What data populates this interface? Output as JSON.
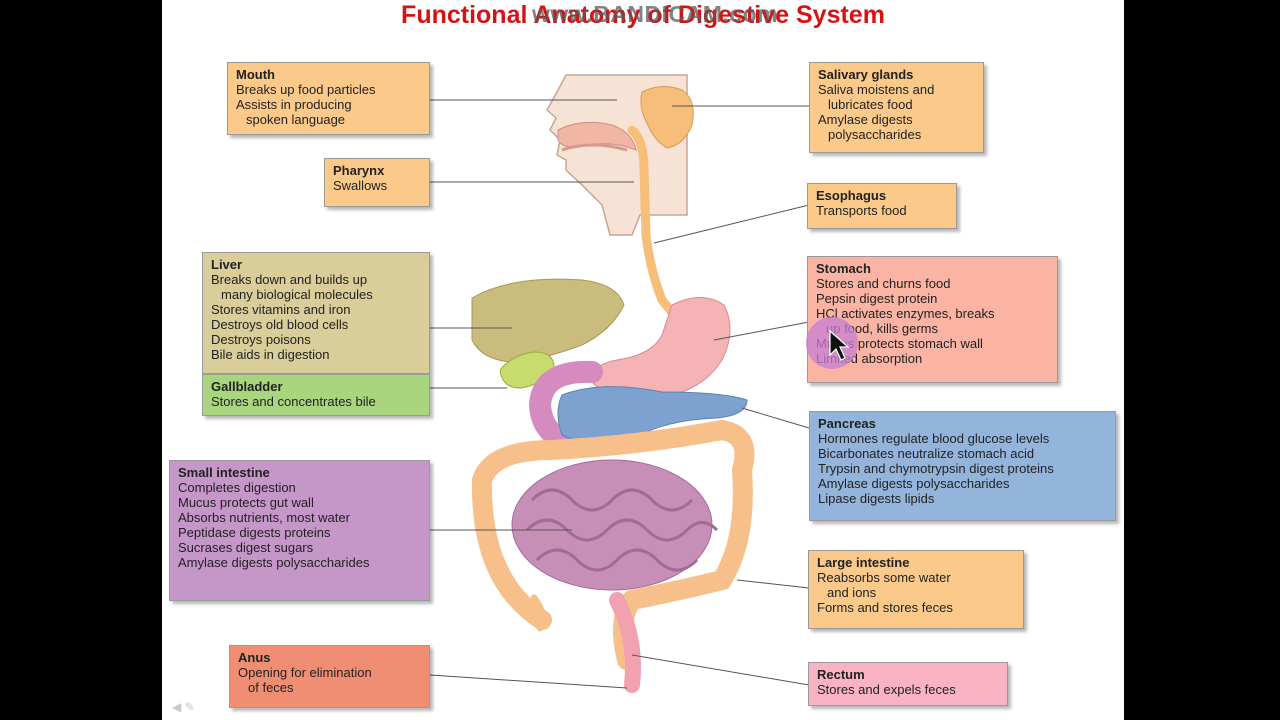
{
  "title": "Functional Anatomy of Digestive System",
  "watermark": "www.BANDICAM.com",
  "colors": {
    "title": "#d41414",
    "mouth": "#fbc98a",
    "liver": "#d9cd99",
    "gallbladder": "#a8d57d",
    "small_intestine": "#c596c8",
    "anus": "#f08e73",
    "stomach": "#fbb3a3",
    "pancreas": "#93b5dc",
    "rectum": "#f9b3c4"
  },
  "labels": {
    "mouth": {
      "heading": "Mouth",
      "lines": [
        "Breaks up food particles",
        "Assists in producing",
        "spoken language"
      ]
    },
    "pharynx": {
      "heading": "Pharynx",
      "lines": [
        "Swallows"
      ]
    },
    "liver": {
      "heading": "Liver",
      "lines": [
        "Breaks down and builds up",
        "many biological molecules",
        "Stores vitamins and iron",
        "Destroys old blood cells",
        "Destroys poisons",
        "Bile aids in digestion"
      ]
    },
    "gallbladder": {
      "heading": "Gallbladder",
      "lines": [
        "Stores and concentrates bile"
      ]
    },
    "small_intestine": {
      "heading": "Small intestine",
      "lines": [
        "Completes digestion",
        "Mucus protects gut wall",
        "Absorbs nutrients, most water",
        "Peptidase digests proteins",
        "Sucrases digest sugars",
        "Amylase digests polysaccharides"
      ]
    },
    "anus": {
      "heading": "Anus",
      "lines": [
        "Opening for elimination",
        "of feces"
      ]
    },
    "salivary_glands": {
      "heading": "Salivary glands",
      "lines": [
        "Saliva moistens and",
        "lubricates food",
        "Amylase digests",
        "polysaccharides"
      ]
    },
    "esophagus": {
      "heading": "Esophagus",
      "lines": [
        "Transports food"
      ]
    },
    "stomach": {
      "heading": "Stomach",
      "lines": [
        "Stores and churns food",
        "Pepsin digest protein",
        "HCl activates enzymes, breaks",
        "up food, kills germs",
        "Mucus protects stomach wall",
        "Limited absorption"
      ]
    },
    "pancreas": {
      "heading": "Pancreas",
      "lines": [
        "Hormones regulate blood glucose levels",
        "Bicarbonates neutralize stomach acid",
        "Trypsin and chymotrypsin digest proteins",
        "Amylase digests polysaccharides",
        "Lipase digests lipids"
      ]
    },
    "large_intestine": {
      "heading": "Large intestine",
      "lines": [
        "Reabsorbs some water",
        "and ions",
        "Forms and stores feces"
      ]
    },
    "rectum": {
      "heading": "Rectum",
      "lines": [
        "Stores and expels feces"
      ]
    }
  }
}
